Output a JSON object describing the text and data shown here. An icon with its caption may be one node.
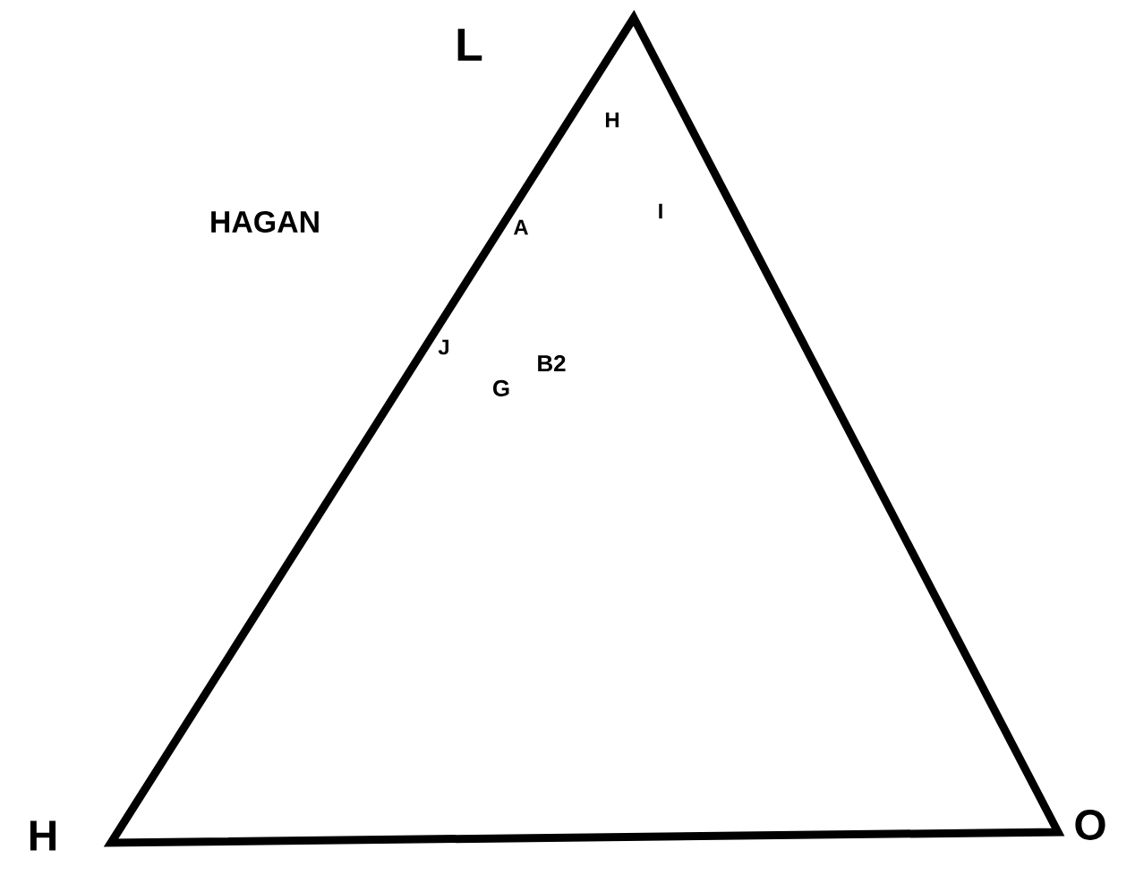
{
  "diagram": {
    "labels": [
      "L",
      "H",
      "HAGAN",
      "A",
      "I",
      "J",
      "B2",
      "G",
      "H",
      "O"
    ]
  }
}
